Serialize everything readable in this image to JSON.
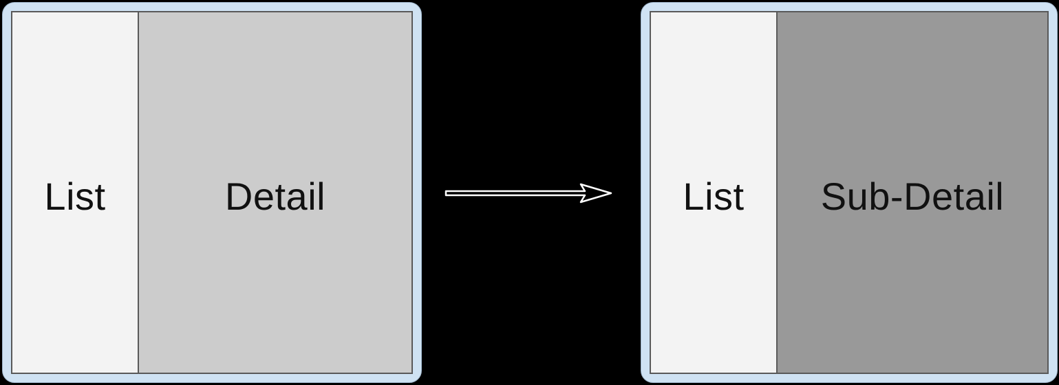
{
  "canvas": {
    "background": "#000000"
  },
  "colors": {
    "frame_fill": "#cfe2f3",
    "frame_border": "#9fb6cc",
    "screen_border": "#595959",
    "divider": "#595959",
    "list_fill": "#f3f3f3",
    "detail_fill": "#cccccc",
    "subdetail_fill": "#999999",
    "label_text": "#111111",
    "arrow_stroke": "#ffffff",
    "arrow_fill": "#000000"
  },
  "before_state": {
    "panes": [
      {
        "label": "List"
      },
      {
        "label": "Detail"
      }
    ]
  },
  "after_state": {
    "panes": [
      {
        "label": "List"
      },
      {
        "label": "Sub-Detail"
      }
    ]
  },
  "arrow": {
    "direction": "right"
  }
}
